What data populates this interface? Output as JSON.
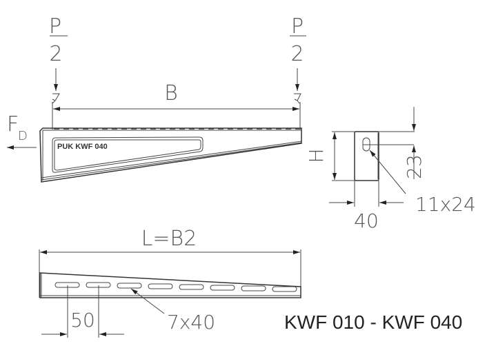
{
  "drawing": {
    "title": "KWF 010 - KWF 040",
    "load_label": {
      "numerator": "P",
      "denominator": "2"
    },
    "force": {
      "main": "F",
      "subscript": "D"
    },
    "side_view": {
      "span_label": "B",
      "stamp_text": "PUK  KWF  040"
    },
    "end_view": {
      "height_label": "H",
      "width_label": "40",
      "hole_offset_label": "23",
      "hole_size_label": "11x24"
    },
    "bottom_view": {
      "length_label": "L=B2",
      "pitch_label": "50",
      "slot_label": "7x40",
      "slot_count": 8
    }
  }
}
